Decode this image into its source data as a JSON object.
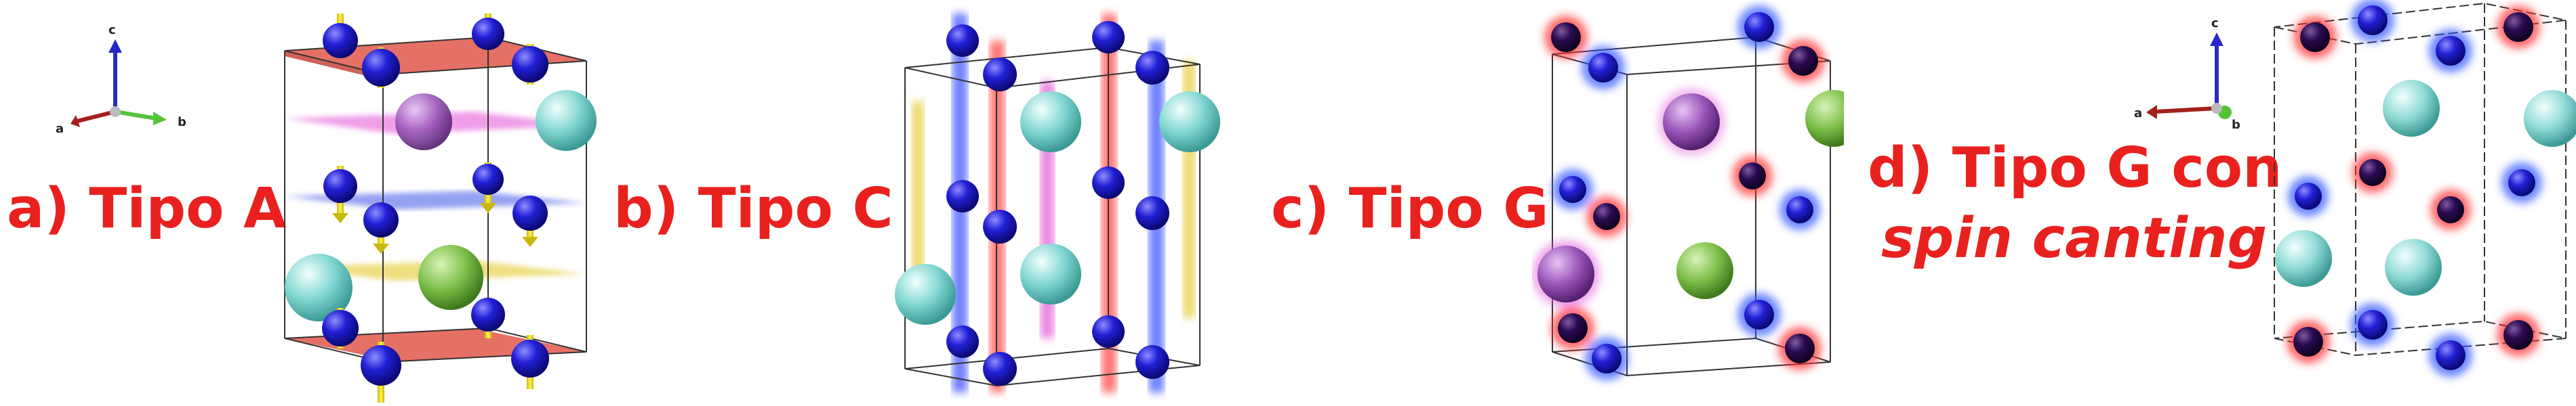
{
  "panels": [
    {
      "label": "a) Tipo A"
    },
    {
      "label": "b) Tipo C"
    },
    {
      "label": "c) Tipo G"
    },
    {
      "label": "d) Tipo G con",
      "label_line2": "spin canting"
    }
  ],
  "axes": {
    "c": "c",
    "a": "a",
    "b": "b"
  },
  "colors": {
    "label_red": "#e8211f",
    "fe_atom_blue": "#1d1bd1",
    "ln_atom_cyan": "#7fd6d0",
    "ln_atom_green": "#7ec04a",
    "ln_atom_purple": "#9a55b8",
    "spin_arrow_yellow": "#f2e21a",
    "plane_red": "#e0574a",
    "plane_magenta": "#e24fd5",
    "plane_blue": "#3d52e6",
    "plane_yellow": "#e2c92c",
    "glow_red": "#ff3030",
    "glow_blue": "#2f56ff"
  }
}
